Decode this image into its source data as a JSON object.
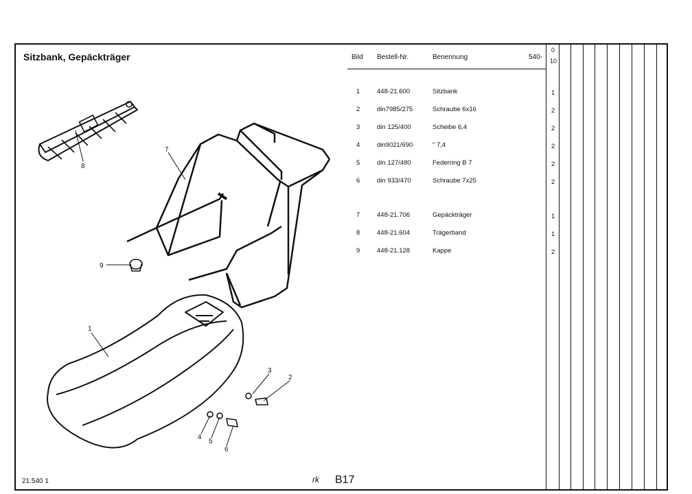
{
  "title": "Sitzbank, Gepäckträger",
  "table_header": {
    "bild": "Bild",
    "bestell": "Bestell-Nr.",
    "benennung": "Benennung",
    "model": "540-",
    "col0": "0",
    "col10": "10"
  },
  "parts": [
    {
      "bild": "1",
      "nr": "448-21.600",
      "name": "Sitzbank",
      "qty": "1"
    },
    {
      "bild": "2",
      "nr": "din7985/275",
      "name": "Schraube 6x16",
      "qty": "2"
    },
    {
      "bild": "3",
      "nr": "din 125/400",
      "name": "Scheibe 6,4",
      "qty": "2"
    },
    {
      "bild": "4",
      "nr": "din9021/690",
      "name": "\"          7,4",
      "qty": "2"
    },
    {
      "bild": "5",
      "nr": "din 127/480",
      "name": "Federring B 7",
      "qty": "2"
    },
    {
      "bild": "6",
      "nr": "din 933/470",
      "name": "Schraube 7x25",
      "qty": "2"
    },
    {
      "bild": "7",
      "nr": "448-21.706",
      "name": "Gepäckträger",
      "qty": "1"
    },
    {
      "bild": "8",
      "nr": "448-21.604",
      "name": "Trägerband",
      "qty": "1"
    },
    {
      "bild": "9",
      "nr": "448-21.128",
      "name": "Kappe",
      "qty": "2"
    }
  ],
  "callouts": [
    "1",
    "2",
    "3",
    "4",
    "5",
    "6",
    "7",
    "8",
    "9"
  ],
  "footer": {
    "doc": "21.540 1",
    "initials": "rk",
    "page": "B17"
  }
}
